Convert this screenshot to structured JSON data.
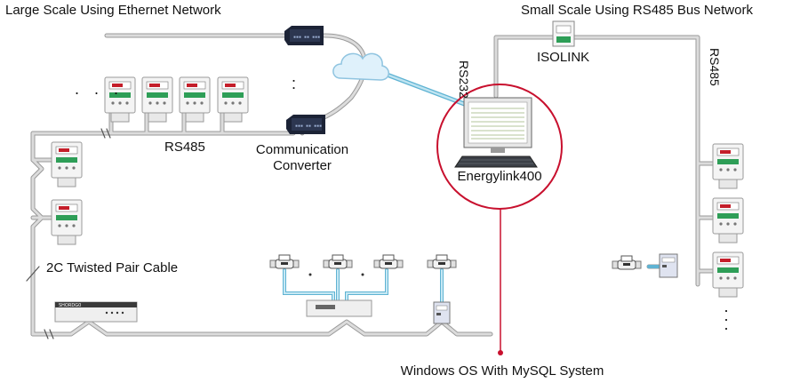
{
  "labels": {
    "large_scale": "Large Scale Using Ethernet Network",
    "small_scale": "Small Scale Using RS485 Bus Network",
    "rs232": "RS232",
    "rs485_vertical": "RS485",
    "isolink": "ISOLINK",
    "rs485_horizontal": "RS485",
    "comm_converter_line1": "Communication",
    "comm_converter_line2": "Converter",
    "energylink": "Energylink400",
    "twisted_pair": "2C Twisted Pair Cable",
    "windows": "Windows OS With MySQL System",
    "dots_h": ". . .",
    "dots_v": ":",
    "panel_brand": "SHORDG0"
  },
  "colors": {
    "bus": "#d5d5d5",
    "bus_edge": "#9a9a9a",
    "ethernet": "#9fd2e6",
    "highlight_circle": "#c8102e",
    "meter_green": "#2e9e57",
    "meter_display": "#c41e2a"
  }
}
